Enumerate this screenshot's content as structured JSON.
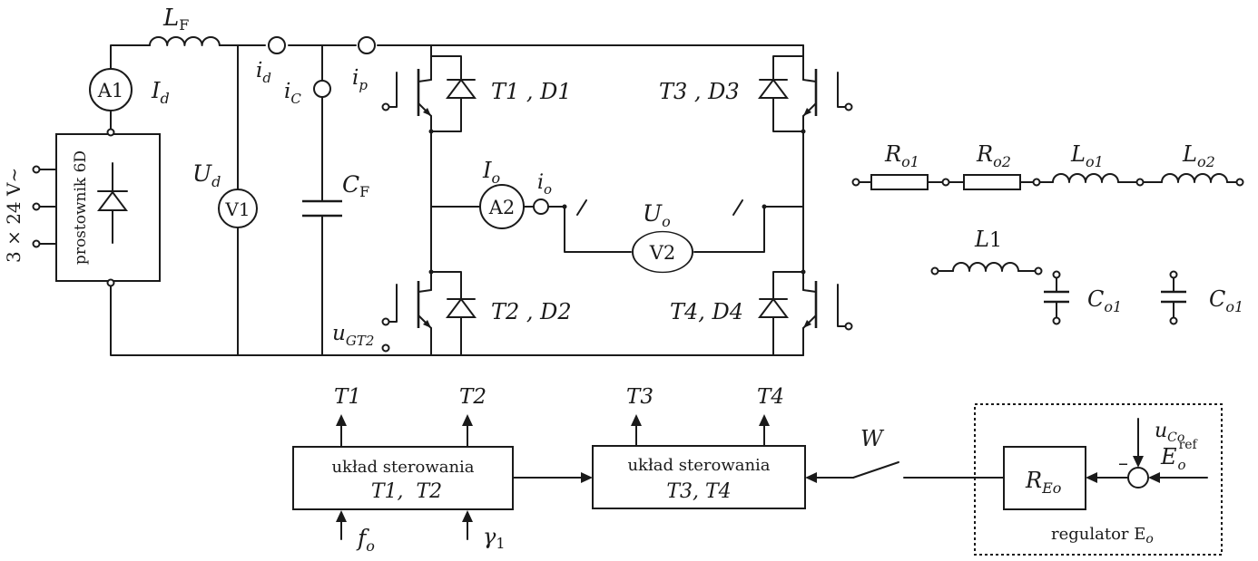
{
  "supply": {
    "label": "3 × 24 V~"
  },
  "rectifier": {
    "label": "prostownik 6D"
  },
  "inductor_f": {
    "main": "L",
    "sub": "F"
  },
  "ammeter1": {
    "label": "A1"
  },
  "current_d": {
    "main": "I",
    "sub": "d"
  },
  "voltmeter1": {
    "label": "V1"
  },
  "voltage_d": {
    "main": "U",
    "sub": "d"
  },
  "probe_id": {
    "main": "i",
    "sub": "d"
  },
  "probe_ic": {
    "main": "i",
    "sub": "C"
  },
  "probe_ip": {
    "main": "i",
    "sub": "p"
  },
  "capacitor_f": {
    "main": "C",
    "sub": "F"
  },
  "gate_t2": {
    "main": "u",
    "sub": "GT2"
  },
  "switches": {
    "t1": "T1 , D1",
    "t2": "T2 , D2",
    "t3": "T3 , D3",
    "t4": "T4, D4"
  },
  "ammeter2": {
    "label": "A2"
  },
  "current_o": {
    "main": "I",
    "sub": "o"
  },
  "probe_io": {
    "main": "i",
    "sub": "o"
  },
  "voltmeter2": {
    "label": "V2"
  },
  "voltage_o": {
    "main": "U",
    "sub": "o"
  },
  "loads": {
    "ro1": {
      "main": "R",
      "sub": "o1"
    },
    "ro2": {
      "main": "R",
      "sub": "o2"
    },
    "lo1": {
      "main": "L",
      "sub": "o1"
    },
    "lo2": {
      "main": "L",
      "sub": "o2"
    },
    "l1": {
      "main": "L",
      "sub": "1"
    },
    "co1_a": {
      "main": "C",
      "sub": "o1"
    },
    "co1_b": {
      "main": "C",
      "sub": "o1"
    }
  },
  "control1": {
    "line1": "układ sterowania",
    "line2": "T1,  T2",
    "out_a": "T1",
    "out_b": "T2",
    "in_a": {
      "main": "f",
      "sub": "o"
    },
    "in_b": {
      "main": "γ",
      "sub": "1"
    }
  },
  "control2": {
    "line1": "układ sterowania",
    "line2": "T3, T4",
    "out_a": "T3",
    "out_b": "T4"
  },
  "switch_w": {
    "label": "W"
  },
  "regulator": {
    "block": {
      "main": "R",
      "sub": "Eo"
    },
    "sign": "–",
    "feedback": {
      "main": "u",
      "sub": "Co"
    },
    "reference": {
      "main": "E",
      "sub": "o",
      "sup": "ref"
    },
    "caption_main": "regulator E",
    "caption_sub": "o"
  }
}
